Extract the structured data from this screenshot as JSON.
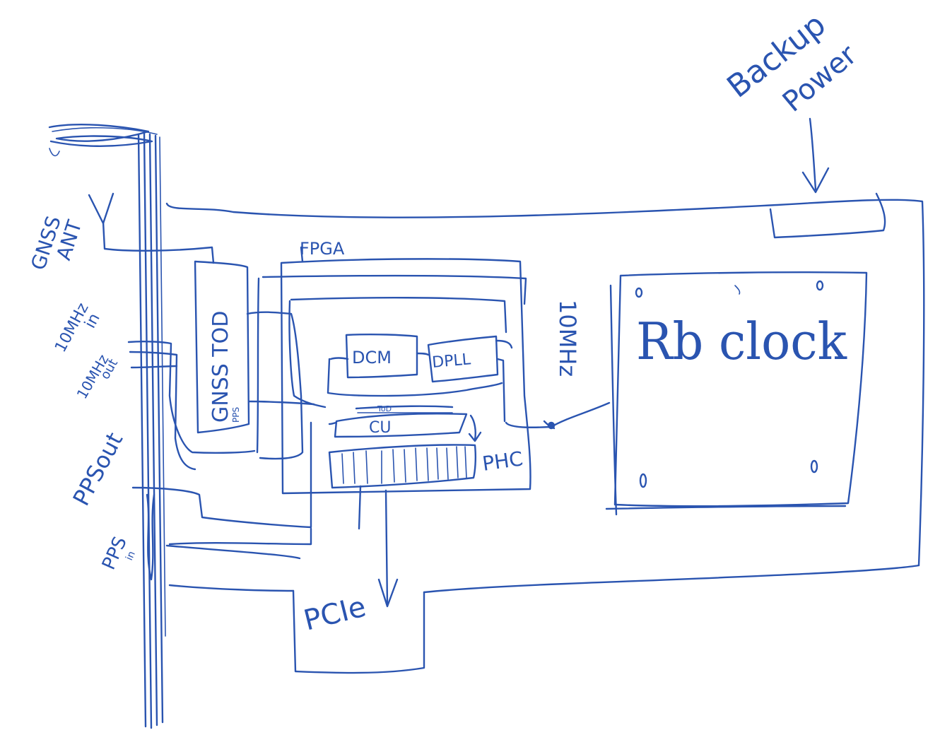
{
  "ink_color": "#2a54b0",
  "labels": {
    "backup": "Backup",
    "power": "Power",
    "gnss_ant_top": "GNSS",
    "gnss_ant_bottom": "ANT",
    "mhz_in_top": "10MHz",
    "mhz_in_bottom": "in",
    "mhz_out_top": "10MHz",
    "mhz_out_bottom": "out",
    "pps_out": "PPSout",
    "pps_in_top": "PPS",
    "pps_in_bottom": "in",
    "fpga": "FPGA",
    "gnss_tod": "GNSS TOD",
    "gnss_pps": "PPS",
    "dcm": "DCM",
    "dpll": "DPLL",
    "tod": "ToD",
    "cu": "CU",
    "phc": "PHC",
    "ten_mhz": "10MHz",
    "rb_clock": "Rb clock",
    "pcie": "PCIe"
  }
}
